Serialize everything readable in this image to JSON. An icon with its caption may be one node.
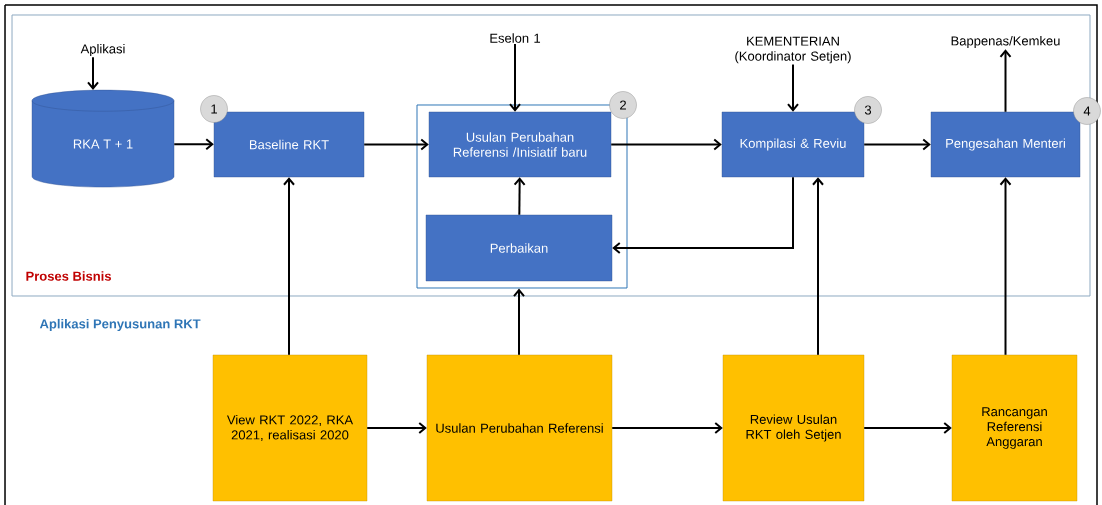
{
  "diagram": {
    "nodes": [
      {
        "text": [
          "Proses Bisnis"
        ]
      },
      {
        "text": [
          "Aplikasi"
        ],
        "in": 0
      },
      {
        "text": [
          "RKA T + 1"
        ],
        "in": 0
      },
      {
        "text": [
          "Baseline RKT"
        ],
        "in": 0,
        "beside": [
          "1"
        ]
      },
      {
        "text": [
          "Eselon 1"
        ],
        "in": 0
      },
      {
        "text": [],
        "shape": "box",
        "in": 0
      },
      {
        "text": [
          "Usulan Perubahan Referensi /Inisiatif baru"
        ],
        "in": 5,
        "beside": [
          "2"
        ]
      },
      {
        "text": [
          "Perbaikan"
        ],
        "in": 5
      },
      {
        "text": [
          "KEMENTERIAN (Koordinator Setjen)"
        ],
        "in": 0
      },
      {
        "text": [
          "Kompilasi & Reviu"
        ],
        "in": 0,
        "beside": [
          "3"
        ]
      },
      {
        "text": [
          "Bappenas/Kemkeu"
        ],
        "in": 0
      },
      {
        "text": [
          "Pengesahan Menteri"
        ],
        "in": 0,
        "beside": [
          "4"
        ]
      },
      {
        "text": [
          "View RKT 2022, RKA 2021, realisasi 2020"
        ]
      },
      {
        "text": [
          "Usulan Perubahan Referensi"
        ]
      },
      {
        "text": [
          "Review Usulan RKT oleh Setjen"
        ]
      },
      {
        "text": [
          "Rancangan Referensi Anggaran"
        ]
      }
    ],
    "edges": [
      {
        "from": 1,
        "to": 2,
        "arrow": "to"
      },
      {
        "from": 2,
        "to": 3,
        "arrow": "to"
      },
      {
        "from": 3,
        "to": 6,
        "arrow": "to"
      },
      {
        "from": 4,
        "to": 6,
        "arrow": "to"
      },
      {
        "from": 7,
        "to": 6,
        "arrow": "to"
      },
      {
        "from": 6,
        "to": 9,
        "arrow": "to"
      },
      {
        "from": 8,
        "to": 9,
        "arrow": "to"
      },
      {
        "from": 9,
        "to": 7,
        "arrow": "to"
      },
      {
        "from": 9,
        "to": 11,
        "arrow": "to"
      },
      {
        "from": 11,
        "to": 10,
        "arrow": "to"
      },
      {
        "from": 12,
        "to": 3,
        "arrow": "to"
      },
      {
        "from": 13,
        "to": 5,
        "arrow": "to"
      },
      {
        "from": 14,
        "to": 9,
        "arrow": "to"
      },
      {
        "from": 15,
        "to": 11,
        "arrow": "to"
      },
      {
        "from": 12,
        "to": 13,
        "arrow": "to"
      },
      {
        "from": 13,
        "to": 14,
        "arrow": "to"
      },
      {
        "from": 14,
        "to": 15,
        "arrow": "to"
      }
    ],
    "labels": [
      "Aplikasi Penyusunan RKT"
    ]
  }
}
